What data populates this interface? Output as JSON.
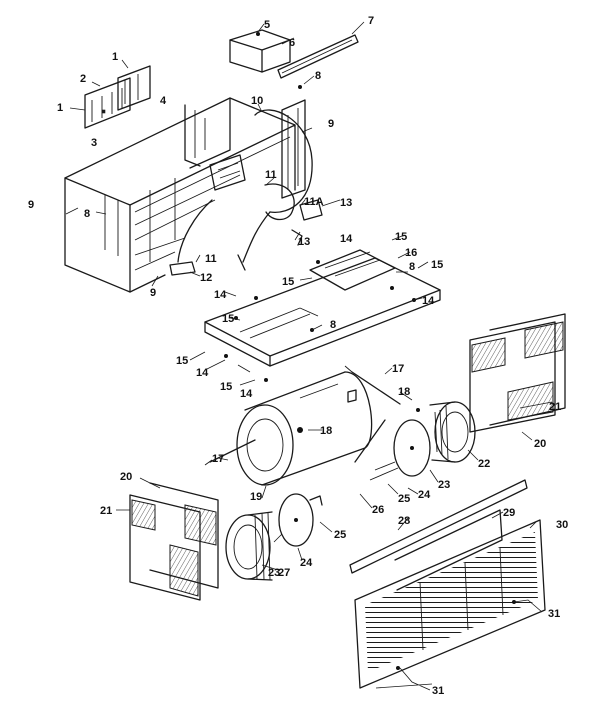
{
  "colors": {
    "ink": "#1a1a1a",
    "paper": "#ffffff"
  },
  "callouts": {
    "c1a": "1",
    "c1b": "1",
    "c2": "2",
    "c3": "3",
    "c4": "4",
    "c5": "5",
    "c6": "6",
    "c7": "7",
    "c8a": "8",
    "c8b": "8",
    "c8c": "8",
    "c8d": "8",
    "c9a": "9",
    "c9b": "9",
    "c9c": "9",
    "c10": "10",
    "c11a": "11",
    "c11b": "11",
    "c11A": "11A",
    "c12": "12",
    "c13a": "13",
    "c13b": "13",
    "c14a": "14",
    "c14b": "14",
    "c14c": "14",
    "c14d": "14",
    "c14e": "14",
    "c15a": "15",
    "c15b": "15",
    "c15c": "15",
    "c15d": "15",
    "c15e": "15",
    "c15f": "15",
    "c16": "16",
    "c17a": "17",
    "c17b": "17",
    "c18a": "18",
    "c18b": "18",
    "c19": "19",
    "c20a": "20",
    "c20b": "20",
    "c21a": "21",
    "c21b": "21",
    "c22": "22",
    "c23a": "23",
    "c23b": "23",
    "c24a": "24",
    "c24b": "24",
    "c25a": "25",
    "c25b": "25",
    "c26": "26",
    "c27": "27",
    "c28": "28",
    "c29": "29",
    "c30": "30",
    "c31a": "31",
    "c31b": "31"
  }
}
